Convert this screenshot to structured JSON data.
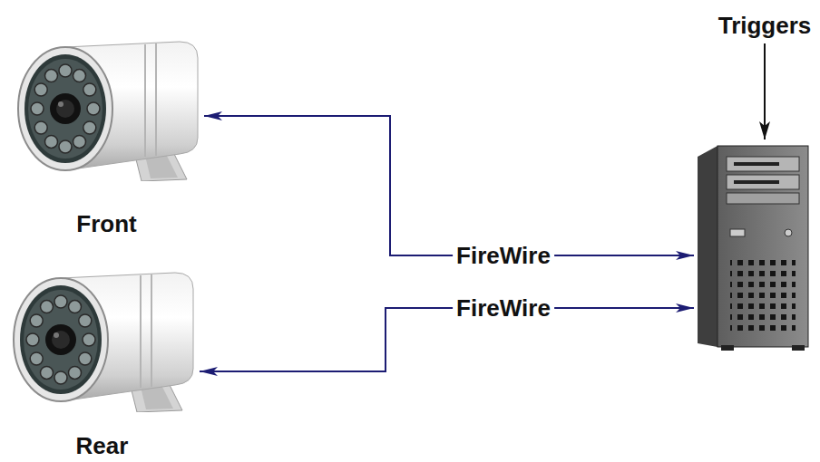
{
  "diagram": {
    "nodes": [
      {
        "text": [
          "Front"
        ]
      },
      {
        "text": [
          "Rear"
        ]
      },
      {
        "text": []
      }
    ],
    "edges": [
      {
        "from": 0,
        "to": 2,
        "arrow": "both",
        "label": "FireWire"
      },
      {
        "from": 1,
        "to": 2,
        "arrow": "both",
        "label": "FireWire"
      }
    ],
    "labels": [
      "Triggers"
    ]
  }
}
